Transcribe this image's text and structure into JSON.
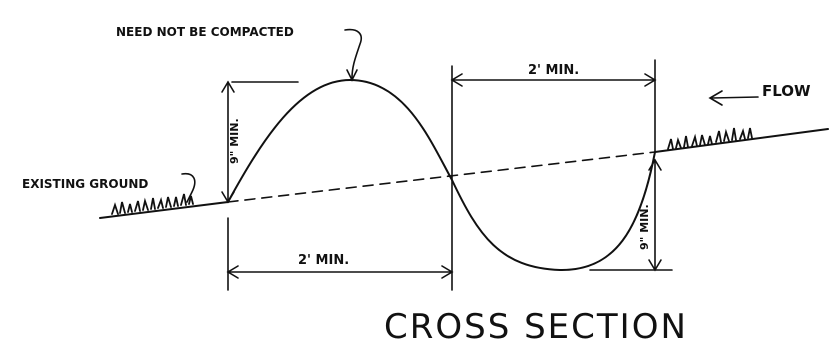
{
  "diagram": {
    "note_compaction": "NEED NOT BE COMPACTED",
    "label_existing_ground": "EXISTING GROUND",
    "label_flow": "FLOW",
    "dim_top_width": "2' MIN.",
    "dim_bottom_width": "2' MIN.",
    "dim_berm_height": "9\" MIN.",
    "dim_trench_depth": "9\" MIN.",
    "title": "CROSS SECTION"
  }
}
